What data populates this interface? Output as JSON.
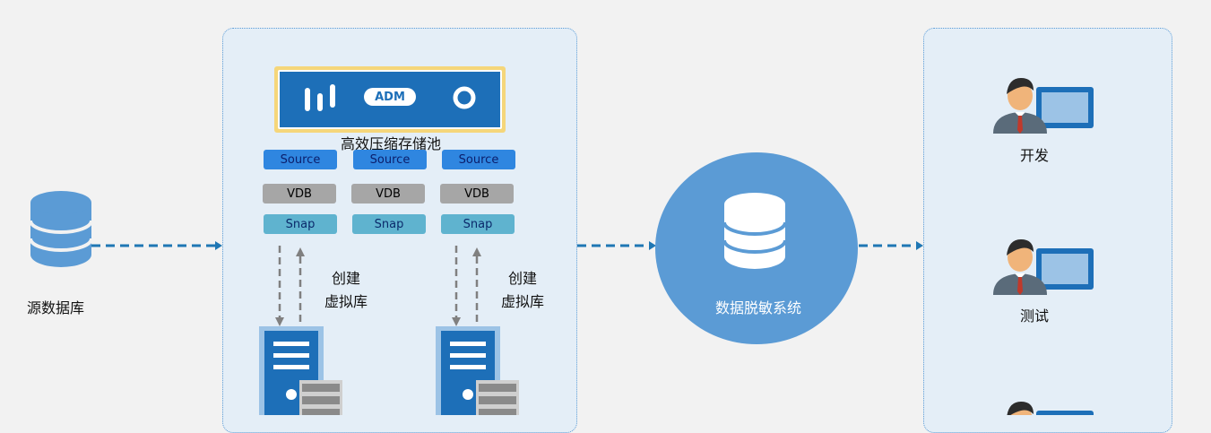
{
  "source_db": {
    "label": "源数据库"
  },
  "pool": {
    "device_text": "ADM",
    "label": "高效压缩存储池",
    "columns": [
      {
        "source": "Source",
        "vdb": "VDB",
        "snap": "Snap"
      },
      {
        "source": "Source",
        "vdb": "VDB",
        "snap": "Snap"
      },
      {
        "source": "Source",
        "vdb": "VDB",
        "snap": "Snap"
      }
    ],
    "create_labels": [
      {
        "line1": "创建",
        "line2": "虚拟库"
      },
      {
        "line1": "创建",
        "line2": "虚拟库"
      }
    ]
  },
  "masking": {
    "label": "数据脱敏系统"
  },
  "users": [
    {
      "label": "开发"
    },
    {
      "label": "测试"
    },
    {
      "label": ""
    }
  ],
  "colors": {
    "arrow": "#1f77b4",
    "panel_border": "#5b9bd5",
    "panel_fill": "#e4eef7",
    "db_blue": "#5b9bd5",
    "source_blue": "#2f86e0",
    "vdb_gray": "#a6a6a6",
    "snap_teal": "#5fb3cf",
    "device_frame": "#f5d67a"
  }
}
